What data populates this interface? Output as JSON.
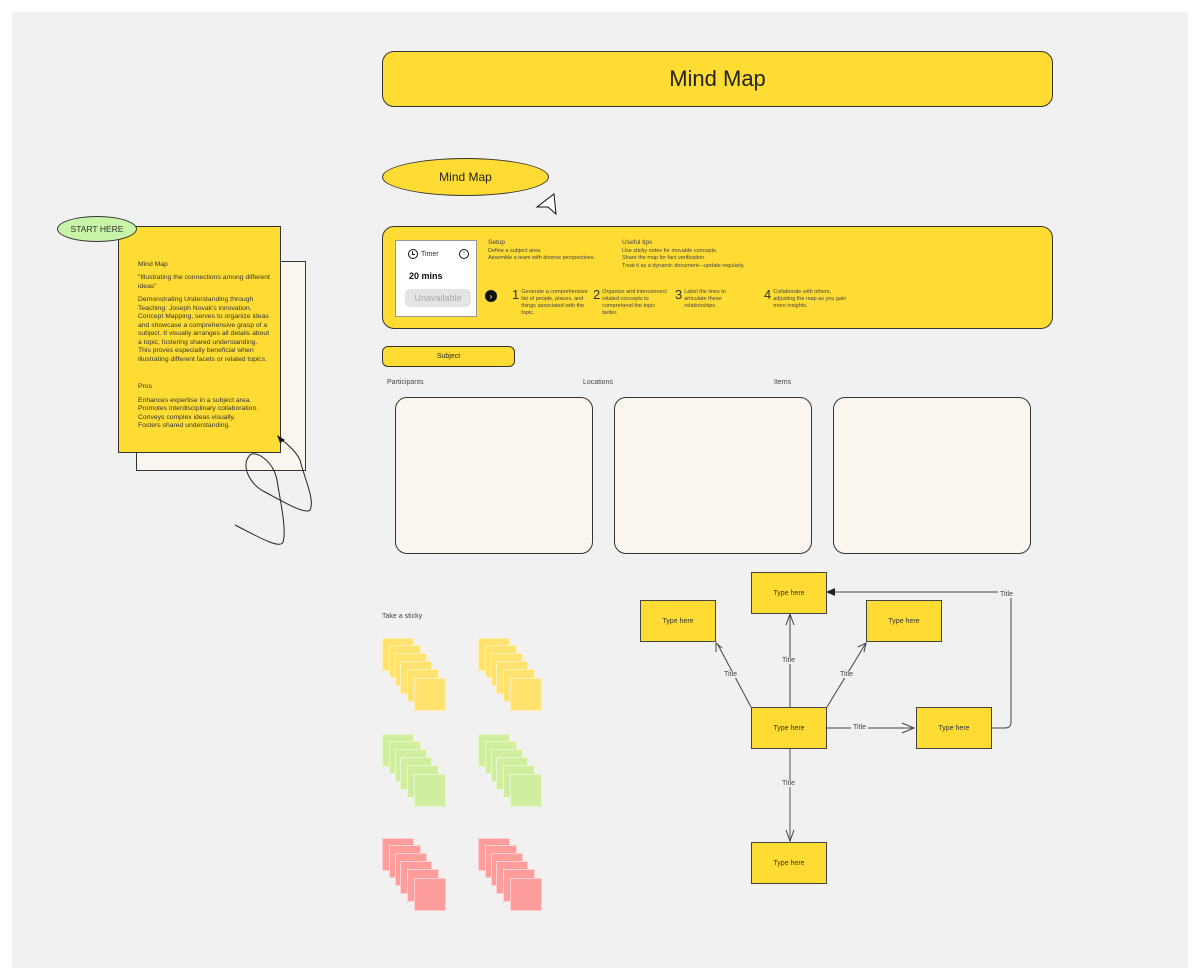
{
  "canvas": {
    "background": "#f1f1f1",
    "accent": "#ffdc33"
  },
  "header": {
    "title": "Mind Map"
  },
  "ellipse_label": "Mind Map",
  "start_label": "START HERE",
  "info_card": {
    "heading": "Mind Map",
    "quote": "\"Illustrating the connections among different ideas\"",
    "body": "Demonstrating Understanding through Teaching: Joseph Novak's innovation, Concept Mapping, serves to organize ideas and showcase a comprehensive grasp of a subject. It visually arranges all details about a topic, fostering shared understanding. This proves especially beneficial when illustrating different facets or related topics.",
    "pros_title": "Pros",
    "pros": [
      "Enhances expertise in a subject area.",
      "Promotes interdisciplinary collaboration.",
      "Conveys complex ideas visually.",
      "Fosters shared understanding."
    ]
  },
  "instructions": {
    "timer": {
      "label": "Timer",
      "value": "20 mins",
      "button": "Unavailable"
    },
    "setup": {
      "title": "Setup",
      "lines": [
        "Define a subject area.",
        "Assemble a team with diverse perspectives."
      ]
    },
    "tips": {
      "title": "Useful tips",
      "lines": [
        "Use sticky notes for movable concepts.",
        "Share the map for fact verification.",
        "Treat it as a dynamic document—update regularly."
      ]
    },
    "steps": [
      {
        "num": "1",
        "text": "Generate a comprehensive list of people, places, and things associated with the topic."
      },
      {
        "num": "2",
        "text": "Organize and interconnect related concepts to comprehend the topic better."
      },
      {
        "num": "3",
        "text": "Label the lines to articulate these relationships."
      },
      {
        "num": "4",
        "text": "Collaborate with others, adjusting the map as you gain more insights."
      }
    ]
  },
  "subject_label": "Subject",
  "columns": [
    {
      "label": "Participants"
    },
    {
      "label": "Locations"
    },
    {
      "label": "Items"
    }
  ],
  "sticky_section": {
    "label": "Take a sticky",
    "colors": {
      "yellow": "#ffe36e",
      "green": "#d1ee9e",
      "red": "#ff9d9d"
    }
  },
  "diagram": {
    "nodes": [
      {
        "id": "center",
        "label": "Type here"
      },
      {
        "id": "top",
        "label": "Type here"
      },
      {
        "id": "top-left",
        "label": "Type here"
      },
      {
        "id": "top-right",
        "label": "Type here"
      },
      {
        "id": "right",
        "label": "Type here"
      },
      {
        "id": "bottom",
        "label": "Type here"
      }
    ],
    "edge_labels": [
      "Title",
      "Title",
      "Title",
      "Title",
      "Title",
      "Title"
    ]
  }
}
